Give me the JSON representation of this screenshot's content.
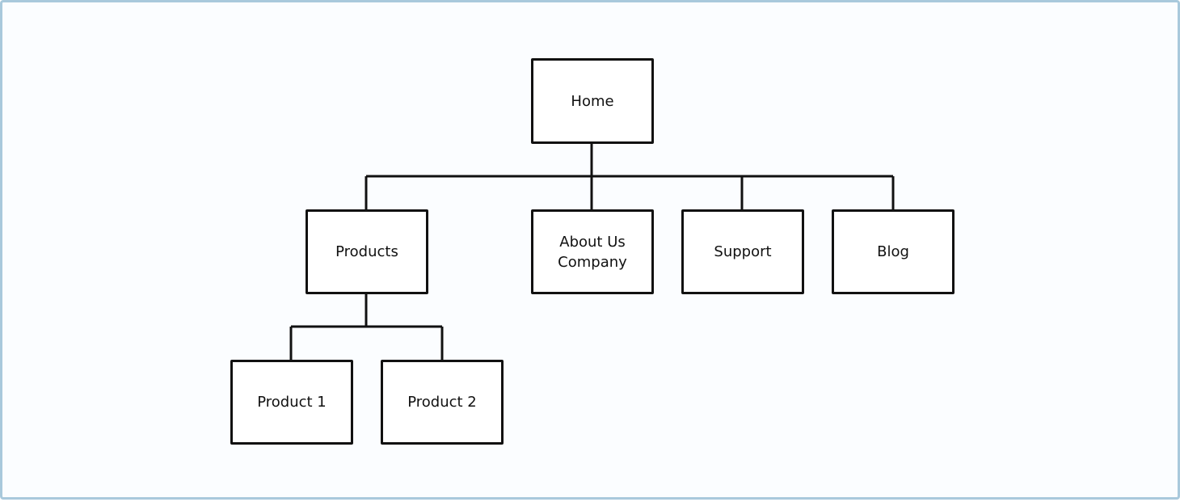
{
  "diagram": {
    "nodes": {
      "home": {
        "lines": [
          "Home"
        ]
      },
      "products": {
        "lines": [
          "Products"
        ]
      },
      "about": {
        "lines": [
          "About Us",
          "Company"
        ]
      },
      "support": {
        "lines": [
          "Support"
        ]
      },
      "blog": {
        "lines": [
          "Blog"
        ]
      },
      "product1": {
        "lines": [
          "Product 1"
        ]
      },
      "product2": {
        "lines": [
          "Product 2"
        ]
      }
    },
    "edges": [
      [
        "home",
        "products"
      ],
      [
        "home",
        "about"
      ],
      [
        "home",
        "support"
      ],
      [
        "home",
        "blog"
      ],
      [
        "products",
        "product1"
      ],
      [
        "products",
        "product2"
      ]
    ],
    "colors": {
      "stroke": "#111111",
      "node_fill": "#ffffff",
      "background": "#fbfdff",
      "frame_border": "#a9c9dc"
    }
  }
}
